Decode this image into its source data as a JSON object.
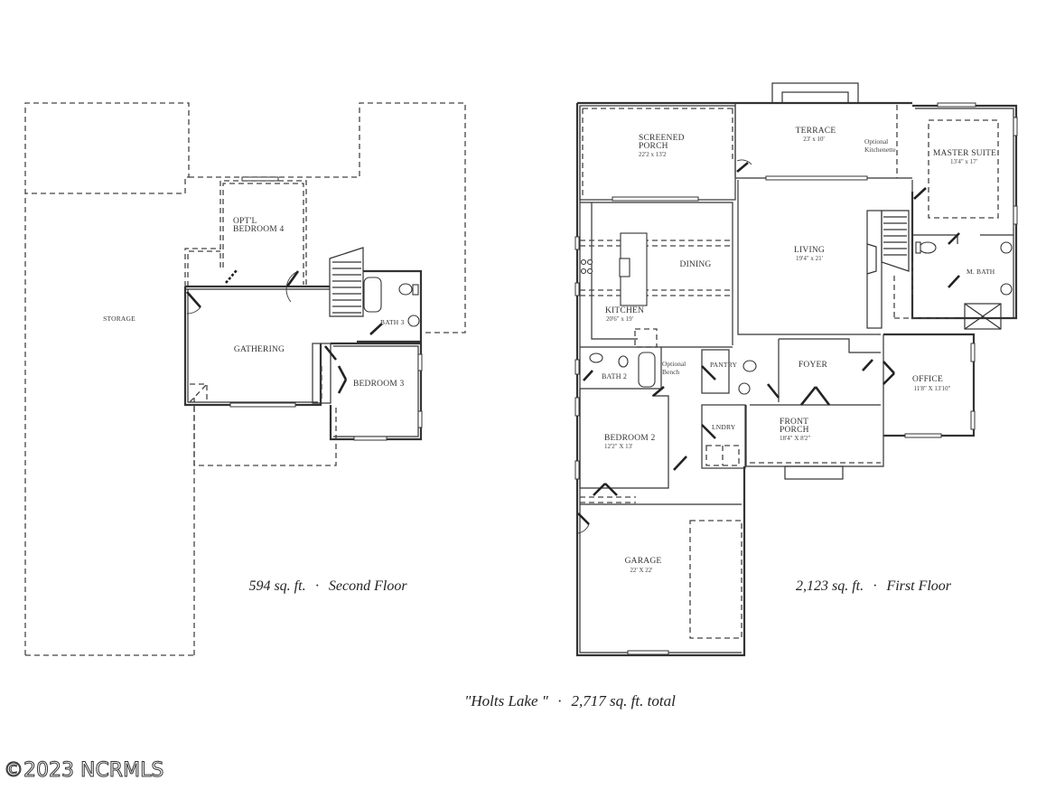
{
  "document": {
    "type": "floor plan",
    "plan_name": "\"Holts Lake \"",
    "total_area": "2,717 sq. ft. total",
    "watermark": "©2023 NCRMLS"
  },
  "second_floor": {
    "area": "594 sq. ft.",
    "label": "Second Floor",
    "rooms": [
      {
        "name": "STORAGE",
        "dims": ""
      },
      {
        "name": "OPT'L",
        "name2": "BEDROOM 4",
        "dims": ""
      },
      {
        "name": "GATHERING",
        "dims": ""
      },
      {
        "name": "BATH 3",
        "dims": ""
      },
      {
        "name": "BEDROOM 3",
        "dims": ""
      }
    ]
  },
  "first_floor": {
    "area": "2,123 sq. ft.",
    "label": "First Floor",
    "rooms": [
      {
        "name": "SCREENED",
        "name2": "PORCH",
        "dims": "22'2 x 13'2"
      },
      {
        "name": "TERRACE",
        "dims": "23' x 10'"
      },
      {
        "name": "MASTER SUITE",
        "dims": "13'4\" x 17'"
      },
      {
        "name": "DINING",
        "dims": ""
      },
      {
        "name": "KITCHEN",
        "dims": "20'6\" x 19'"
      },
      {
        "name": "LIVING",
        "dims": "19'4\" x 21'"
      },
      {
        "name": "M. BATH",
        "dims": ""
      },
      {
        "name": "BATH 2",
        "dims": ""
      },
      {
        "name": "PANTRY",
        "dims": ""
      },
      {
        "name": "FOYER",
        "dims": ""
      },
      {
        "name": "OFFICE",
        "dims": "11'8\" X 13'10\""
      },
      {
        "name": "BEDROOM 2",
        "dims": "12'2\" X 13'"
      },
      {
        "name": "LNDRY",
        "dims": ""
      },
      {
        "name": "FRONT",
        "name2": "PORCH",
        "dims": "18'4\" X 8'2\""
      },
      {
        "name": "GARAGE",
        "dims": "22' X 22'"
      }
    ],
    "notes": [
      {
        "text": "Optional",
        "text2": "Kitchenette"
      },
      {
        "text": "Optional",
        "text2": "Bench"
      }
    ]
  },
  "separator": "·"
}
